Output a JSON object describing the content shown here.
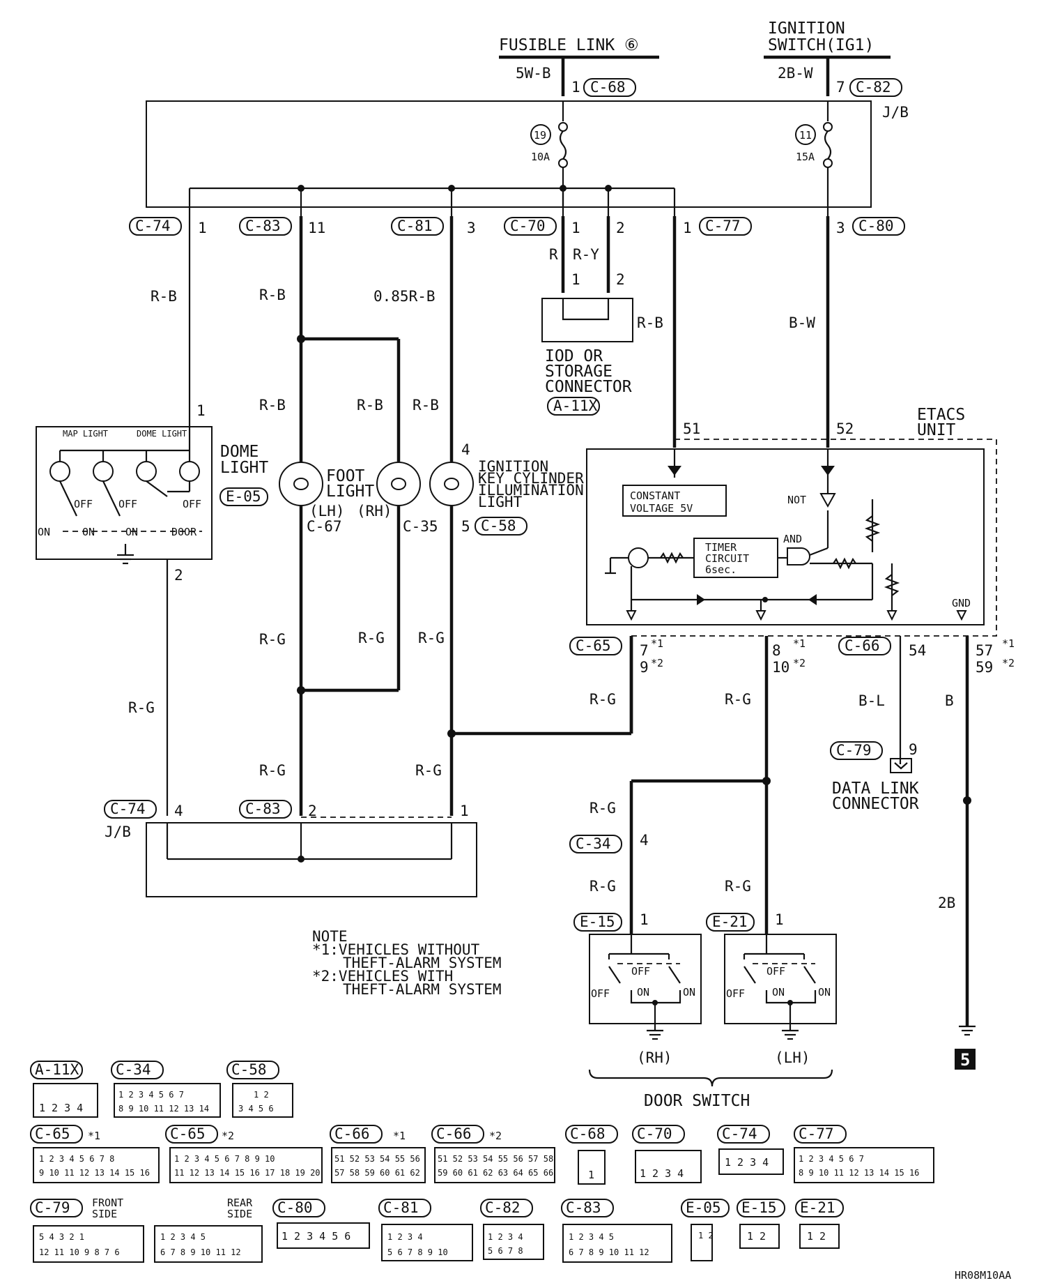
{
  "header": {
    "fusible_link": "FUSIBLE LINK ⑥",
    "ignition_line1": "IGNITION",
    "ignition_line2": "SWITCH(IG1)",
    "wire_5wb": "5W-B",
    "wire_2bw": "2B-W",
    "pin_1": "1",
    "pin_7": "7",
    "conn_c68": "C-68",
    "conn_c82": "C-82",
    "jb_top": "J/B"
  },
  "fuses": {
    "fuse19_no": "19",
    "fuse19_amp": "10A",
    "fuse11_no": "11",
    "fuse11_amp": "15A"
  },
  "row_connectors": {
    "c74": "C-74",
    "c74_pin": "1",
    "c83": "C-83",
    "c83_pin": "11",
    "c81": "C-81",
    "c81_pin": "3",
    "c70": "C-70",
    "c70_pin1": "1",
    "c70_pin2": "2",
    "c77": "C-77",
    "c77_pin": "1",
    "c80": "C-80",
    "c80_pin": "3"
  },
  "wires": {
    "rb": "R-B",
    "rb085": "0.85R-B",
    "r": "R",
    "ry": "R-Y",
    "bw": "B-W",
    "rg": "R-G",
    "bl": "B-L",
    "b": "B",
    "b2": "2B"
  },
  "iod": {
    "line1": "IOD OR",
    "line2": "STORAGE",
    "line3": "CONNECTOR",
    "conn": "A-11X",
    "pin1": "1",
    "pin2": "2"
  },
  "dome": {
    "map_light": "MAP LIGHT",
    "dome_light": "DOME LIGHT",
    "title1": "DOME",
    "title2": "LIGHT",
    "conn": "E-05",
    "off": "OFF",
    "on": "ON",
    "door": "DOOR",
    "pin1": "1",
    "pin2": "2"
  },
  "foot": {
    "title1": "FOOT",
    "title2": "LIGHT",
    "lh": "(LH)",
    "rh": "(RH)",
    "c67": "C-67",
    "c35": "C-35"
  },
  "ikc": {
    "line1": "IGNITION",
    "line2": "KEY CYLINDER",
    "line3": "ILLUMINATION",
    "line4": "LIGHT",
    "pin4": "4",
    "pin5": "5",
    "conn": "C-58"
  },
  "etacs": {
    "title1": "ETACS",
    "title2": "UNIT",
    "pin51": "51",
    "pin52": "52",
    "cv1": "CONSTANT",
    "cv2": "VOLTAGE 5V",
    "not": "NOT",
    "and": "AND",
    "timer1": "TIMER",
    "timer2": "CIRCUIT",
    "timer3": "6sec.",
    "gnd": "GND"
  },
  "lower": {
    "c65": "C-65",
    "p7": "7",
    "p9": "9",
    "p8": "8",
    "p10": "10",
    "c66": "C-66",
    "p54": "54",
    "p57": "57",
    "p59": "59",
    "star1": "*1",
    "star2": "*2",
    "c79": "C-79",
    "p9dlc": "9",
    "dlc1": "DATA LINK",
    "dlc2": "CONNECTOR",
    "c74": "C-74",
    "c74_pin": "4",
    "c83": "C-83",
    "c83_pin": "2",
    "pin1": "1",
    "jb": "J/B",
    "c34": "C-34",
    "c34_pin": "4",
    "e15": "E-15",
    "e21": "E-21",
    "epin": "1",
    "rh": "(RH)",
    "lh": "(LH)",
    "door_switch": "DOOR SWITCH",
    "ground_ref": "5"
  },
  "note": {
    "line1": "NOTE",
    "line2": "*1:VEHICLES WITHOUT",
    "line3": "THEFT-ALARM SYSTEM",
    "line4": "*2:VEHICLES WITH",
    "line5": "THEFT-ALARM SYSTEM"
  },
  "connector_legend": {
    "a11x": "A-11X",
    "a11x_pins": "1 2 3 4",
    "c34": "C-34",
    "c34_row1": "1 2 3 4 5 6 7",
    "c34_row2": "8 9 10 11 12 13 14",
    "c58": "C-58",
    "c58_row1": "1 2",
    "c58_row2": "3 4 5 6",
    "c65a": "C-65",
    "c65a_tag": "*1",
    "c65a_row1": "1 2 3 4 5 6 7 8",
    "c65a_row2": "9 10 11 12 13 14 15 16",
    "c65b": "C-65",
    "c65b_tag": "*2",
    "c65b_row1": "1 2 3 4 5 6 7 8 9 10",
    "c65b_row2": "11 12 13 14 15 16 17 18 19 20",
    "c66a": "C-66",
    "c66a_tag": "*1",
    "c66a_row1": "51 52 53 54 55 56",
    "c66a_row2": "57 58 59 60 61 62",
    "c66b": "C-66",
    "c66b_tag": "*2",
    "c66b_row1": "51 52 53 54 55 56 57 58",
    "c66b_row2": "59 60 61 62 63 64 65 66",
    "c68": "C-68",
    "c68_pins": "1",
    "c70": "C-70",
    "c70_pins": "1 2 3 4",
    "c74": "C-74",
    "c74_pins": "1 2 3 4",
    "c77": "C-77",
    "c77_row1": "1 2 3 4 5 6 7",
    "c77_row2": "8 9 10 11 12 13 14 15 16",
    "c79": "C-79",
    "front_side1": "FRONT",
    "front_side2": "SIDE",
    "c79_row1": "5 4 3 2 1",
    "c79_row2": "12 11 10 9 8 7 6",
    "rear_side1": "REAR",
    "rear_side2": "SIDE",
    "rear_row1": "1 2 3 4 5",
    "rear_row2": "6 7 8 9 10 11 12",
    "c80": "C-80",
    "c80_pins": "1 2 3 4 5 6",
    "c81": "C-81",
    "c81_row1": "1 2 3 4",
    "c81_row2": "5 6 7 8 9 10",
    "c82": "C-82",
    "c82_row1": "1 2 3 4",
    "c82_row2": "5 6 7 8",
    "c83": "C-83",
    "c83_row1": "1 2 3 4 5",
    "c83_row2": "6 7 8 9 10 11 12",
    "e05": "E-05",
    "e05_pins": "1 2",
    "e15": "E-15",
    "e15_pins": "1 2",
    "e21": "E-21",
    "e21_pins": "1 2"
  },
  "figure_code": "HR08M10AA"
}
